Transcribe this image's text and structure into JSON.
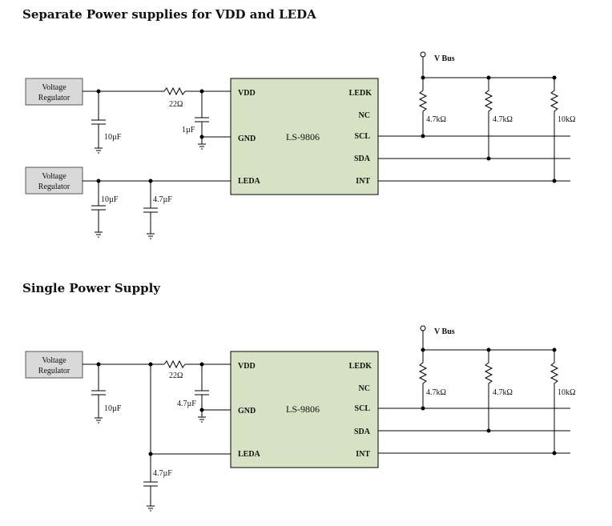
{
  "sections": [
    {
      "title": "Separate Power supplies for VDD and LEDA",
      "regulators": [
        "Voltage Regulator",
        "Voltage Regulator"
      ],
      "chip": {
        "part": "LS-9806",
        "pins_left": [
          "VDD",
          "GND",
          "LEDA"
        ],
        "pins_right": [
          "LEDK",
          "NC",
          "SCL",
          "SDA",
          "INT"
        ]
      },
      "components": {
        "series_resistor": "22Ω",
        "vdd_bulk_cap": "10µF",
        "vdd_decoupling_cap": "1µF",
        "leda_bulk_cap": "10µF",
        "leda_cap": "4.7µF"
      },
      "bus": {
        "label": "V Bus",
        "pullups": [
          "4.7kΩ",
          "4.7kΩ",
          "10kΩ"
        ]
      }
    },
    {
      "title": "Single Power Supply",
      "regulators": [
        "Voltage Regulator"
      ],
      "chip": {
        "part": "LS-9806",
        "pins_left": [
          "VDD",
          "GND",
          "LEDA"
        ],
        "pins_right": [
          "LEDK",
          "NC",
          "SCL",
          "SDA",
          "INT"
        ]
      },
      "components": {
        "series_resistor": "22Ω",
        "vdd_bulk_cap": "10µF",
        "vdd_decoupling_cap": "4.7µF",
        "leda_cap": "4.7µF"
      },
      "bus": {
        "label": "V Bus",
        "pullups": [
          "4.7kΩ",
          "4.7kΩ",
          "10kΩ"
        ]
      }
    }
  ]
}
